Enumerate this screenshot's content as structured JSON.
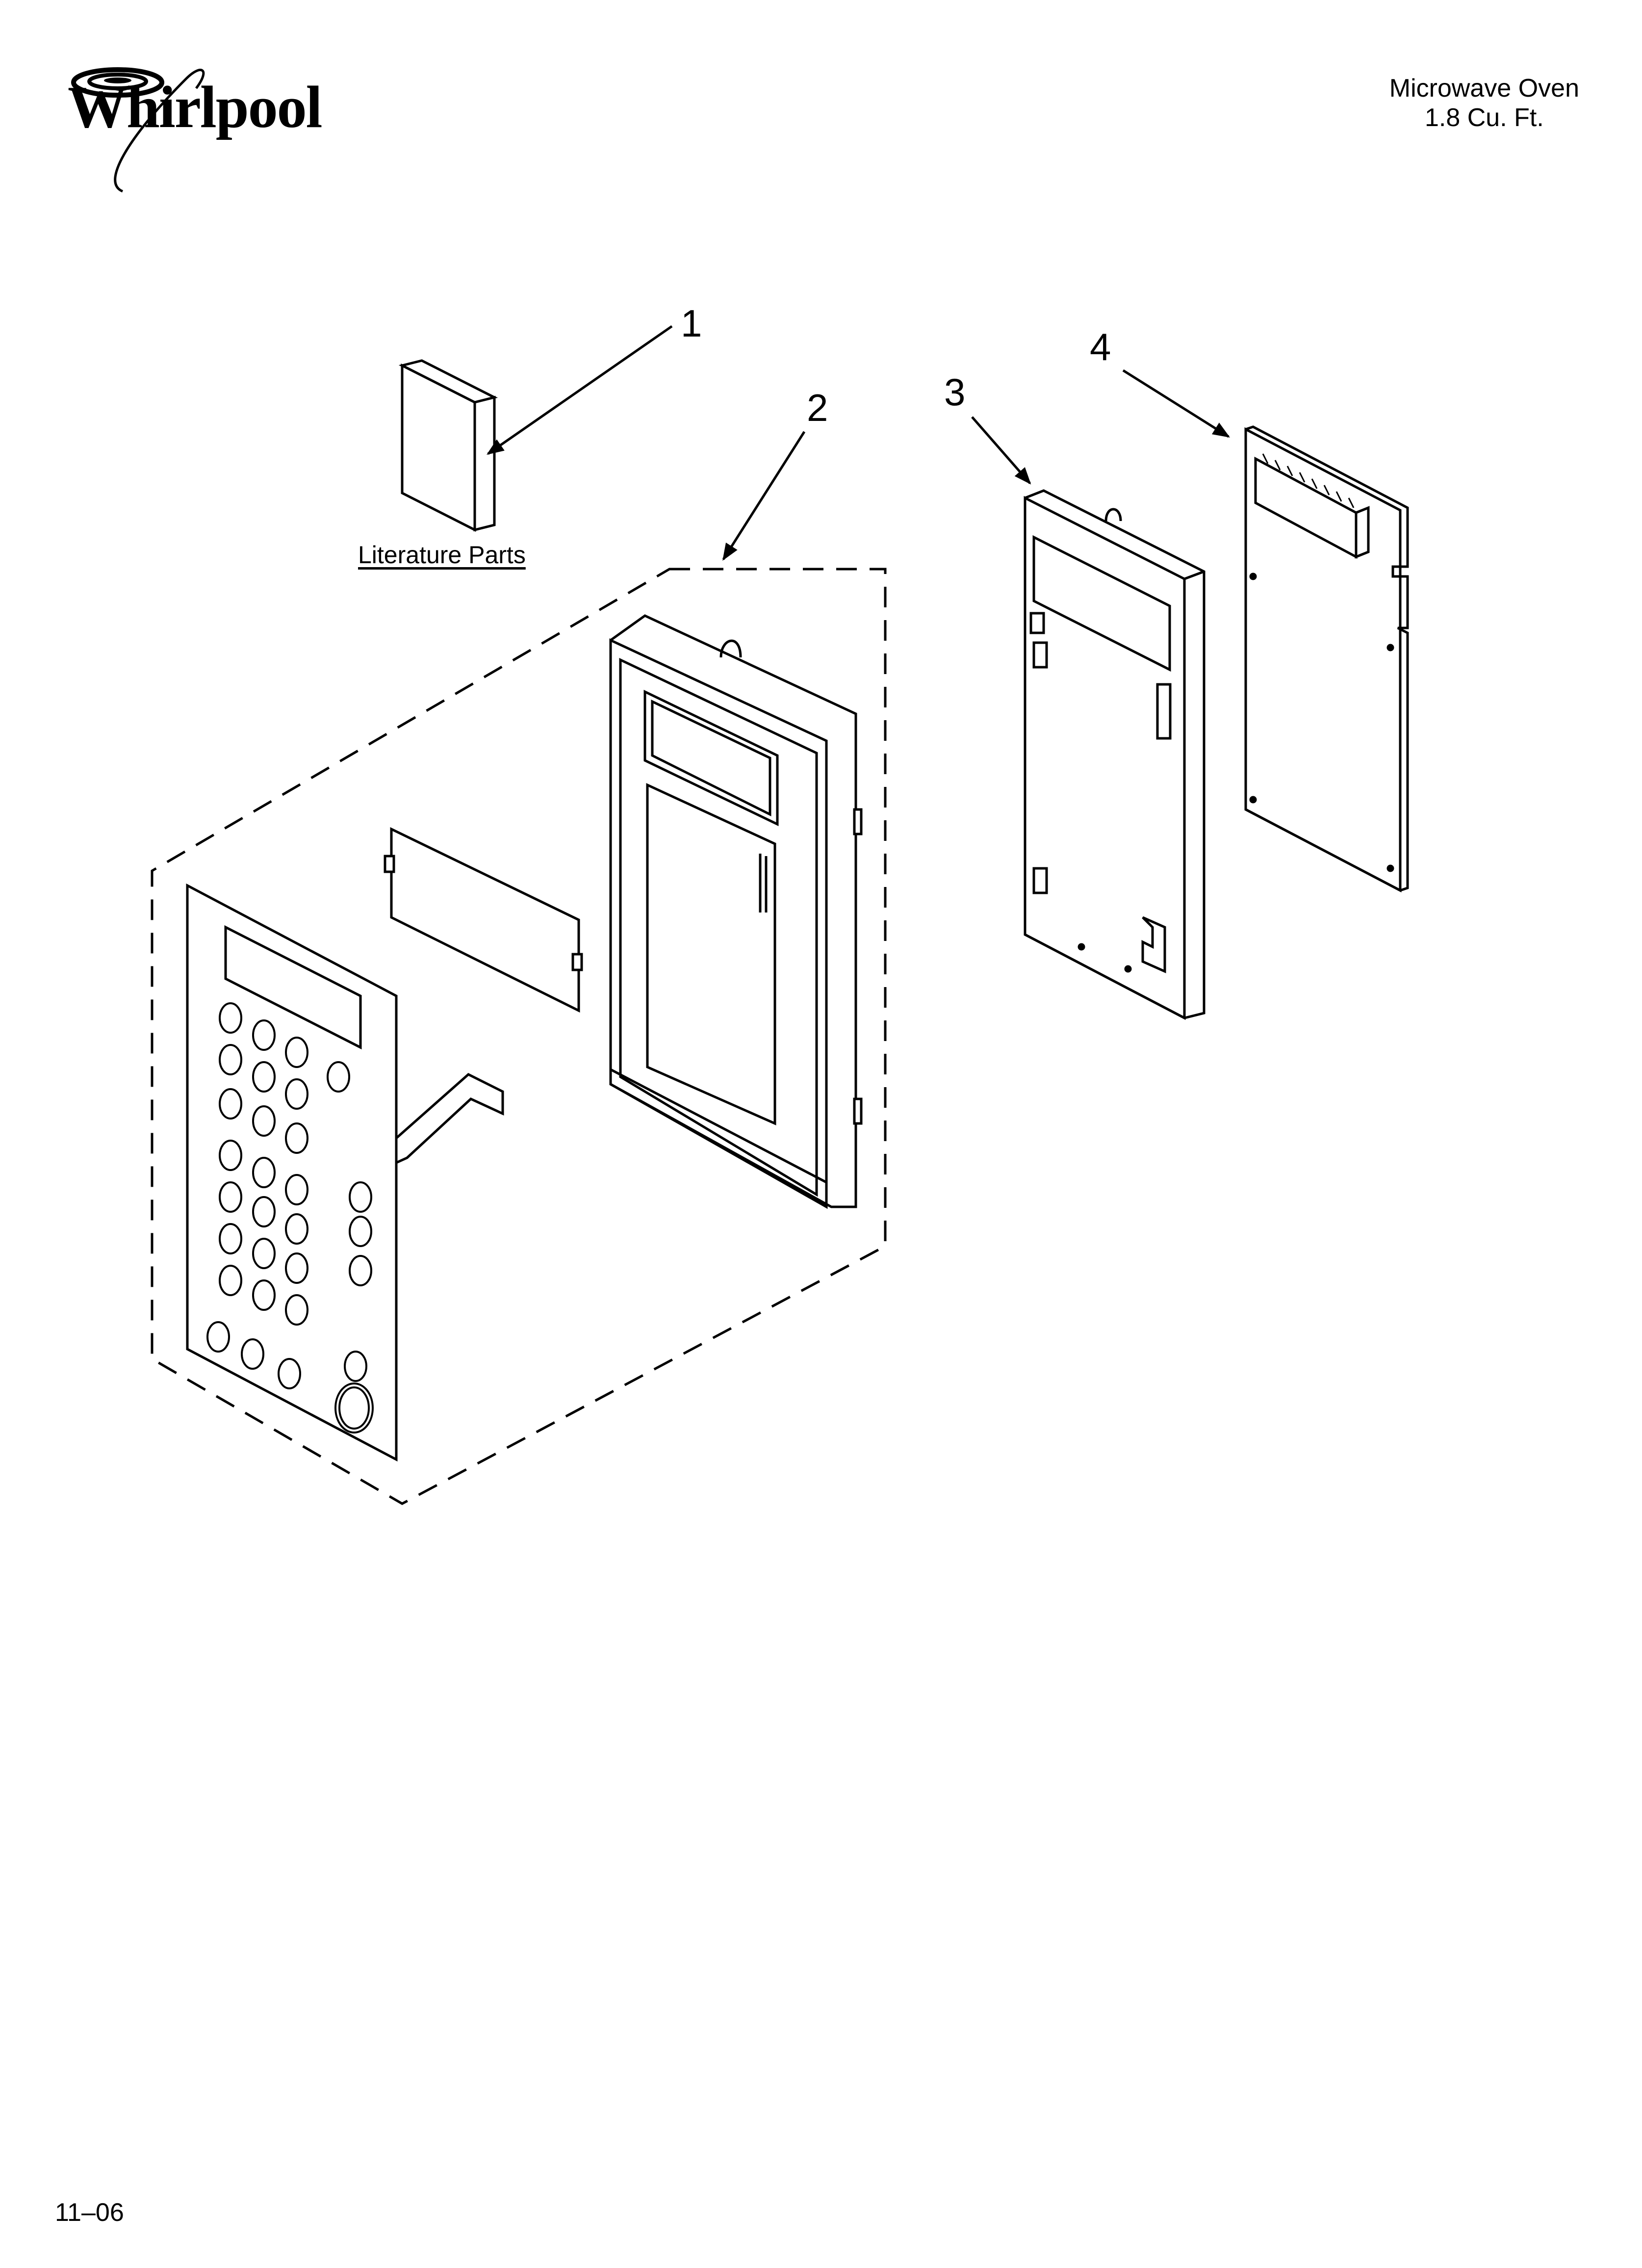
{
  "header": {
    "brand": "Whirlpool",
    "title_line1": "Microwave Oven",
    "title_line2": "1.8 Cu. Ft."
  },
  "diagram": {
    "literature_label": "Literature Parts",
    "callouts": [
      {
        "id": "1",
        "label": "1"
      },
      {
        "id": "2",
        "label": "2"
      },
      {
        "id": "3",
        "label": "3"
      },
      {
        "id": "4",
        "label": "4"
      }
    ]
  },
  "footer": {
    "date_code": "11–06"
  }
}
